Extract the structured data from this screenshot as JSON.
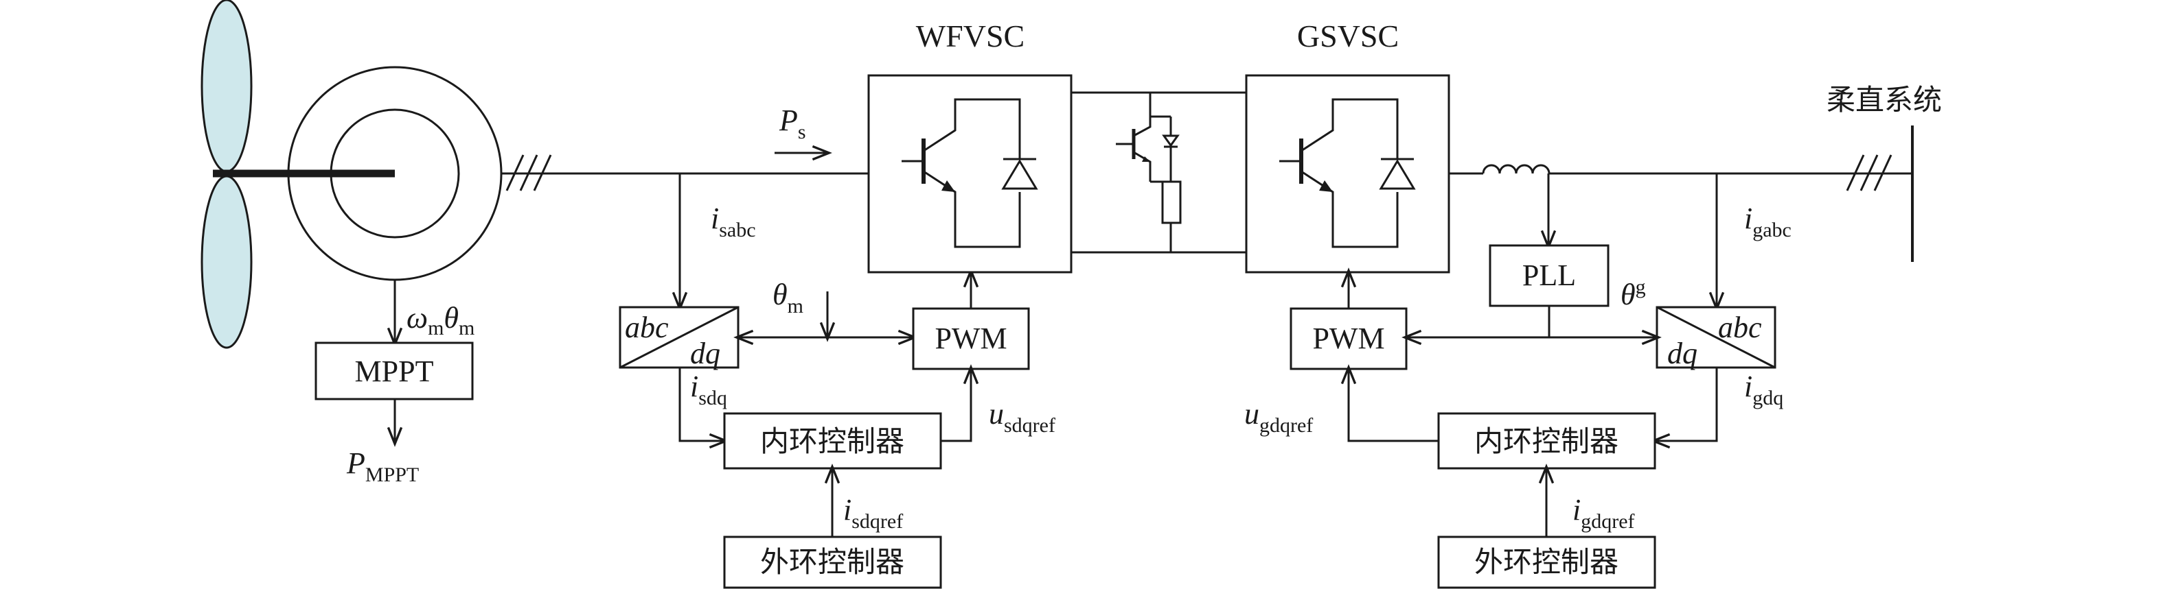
{
  "headers": {
    "wfvsc": "WFVSC",
    "gsvsc": "GSVSC",
    "grid": "柔直系统"
  },
  "blocks": {
    "mppt": "MPPT",
    "pwm_left": "PWM",
    "pwm_right": "PWM",
    "pll": "PLL",
    "inner_left": "内环控制器",
    "outer_left": "外环控制器",
    "inner_right": "内环控制器",
    "outer_right": "外环控制器"
  },
  "transforms": {
    "left": {
      "top": "abc",
      "bottom": "dq"
    },
    "right": {
      "top": "abc",
      "bottom": "dq"
    }
  },
  "signals": {
    "ps": {
      "main": "P",
      "sub": "s"
    },
    "omega": {
      "main": "ω",
      "sub": "m"
    },
    "theta_m_gen": {
      "main": "θ",
      "sub": "m"
    },
    "pmppt": {
      "main": "P",
      "sub": "MPPT"
    },
    "isabc": {
      "main": "i",
      "sub": "sabc"
    },
    "theta_m": {
      "main": "θ",
      "sub": "m"
    },
    "isdq": {
      "main": "i",
      "sub": "sdq"
    },
    "usdqref": {
      "main": "u",
      "sub": "sdqref"
    },
    "isdqref": {
      "main": "i",
      "sub": "sdqref"
    },
    "igabc": {
      "main": "i",
      "sub": "gabc"
    },
    "theta_g": {
      "main": "θ",
      "sub": "g"
    },
    "igdq": {
      "main": "i",
      "sub": "gdq"
    },
    "ugdqref": {
      "main": "u",
      "sub": "gdqref"
    },
    "igdqref": {
      "main": "i",
      "sub": "gdqref"
    }
  },
  "colors": {
    "blade_fill": "#cfe8ec",
    "line": "#1a1a1a"
  },
  "icons": [
    "wind-turbine-icon",
    "generator-icon",
    "igbt-diode-icon",
    "inductor-icon",
    "three-phase-marker-icon"
  ]
}
